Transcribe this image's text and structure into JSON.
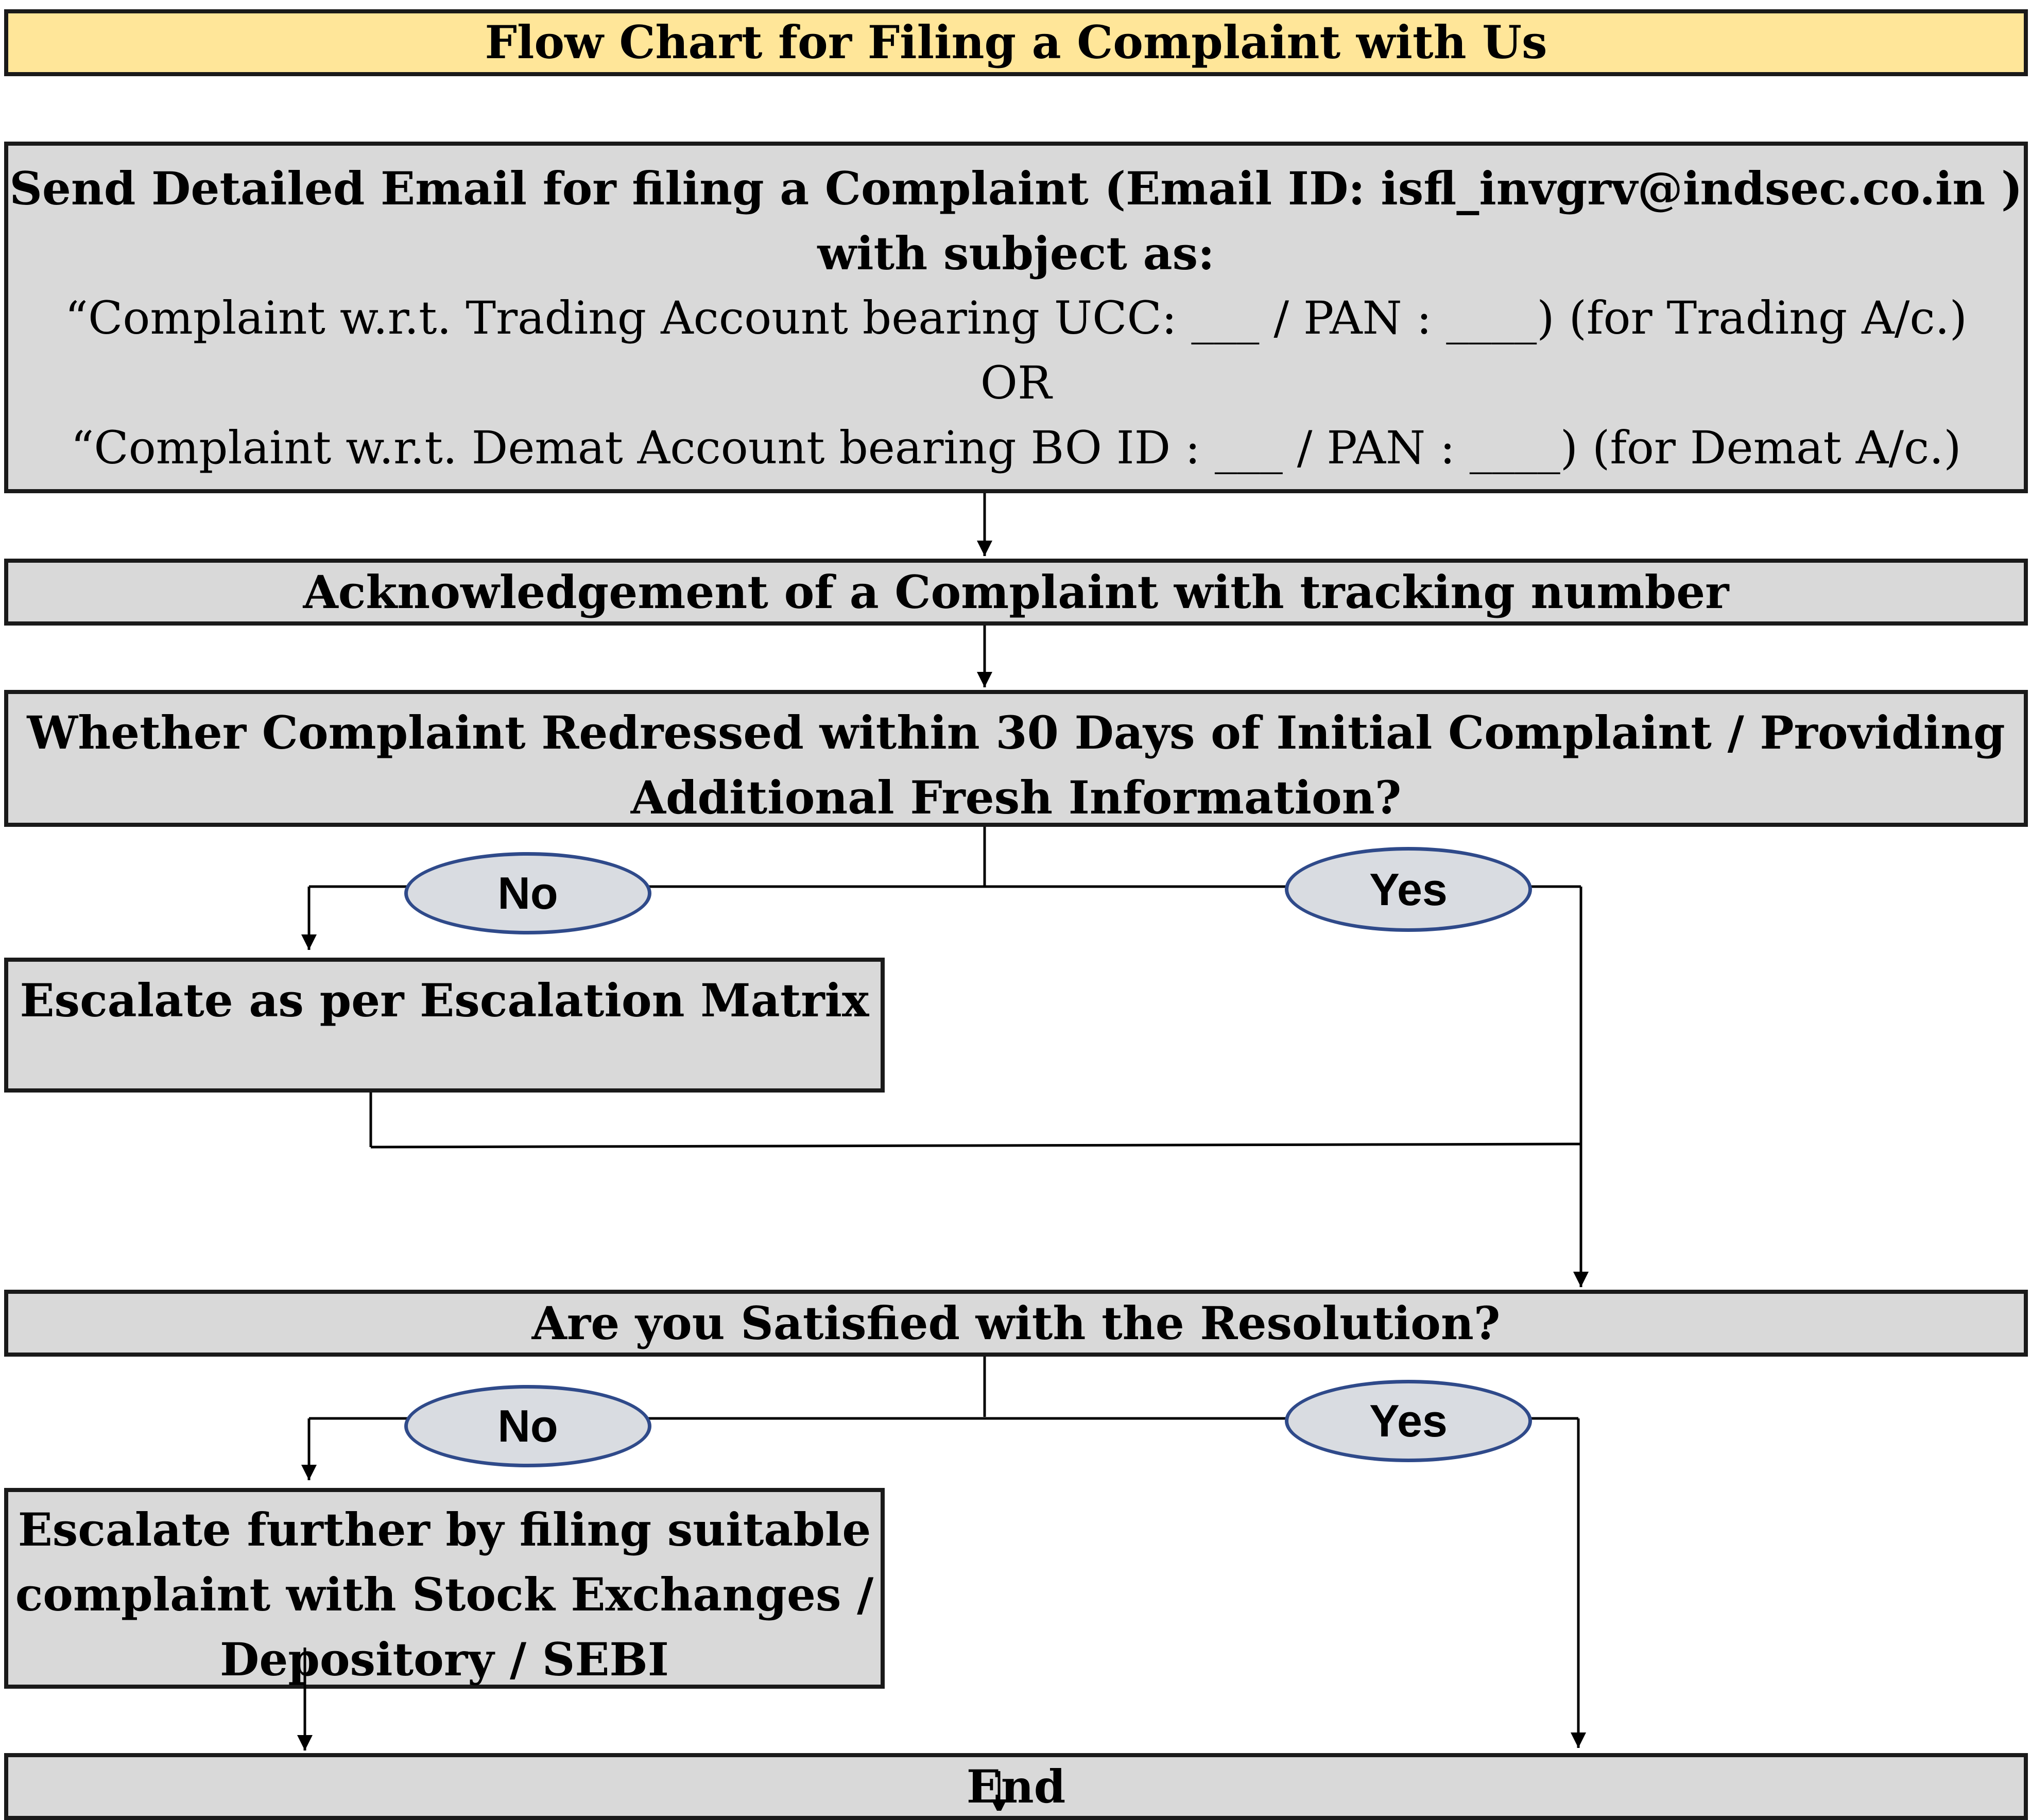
{
  "title": "Flow Chart for Filing a Complaint with Us",
  "email_step": {
    "heading_line1": "Send Detailed Email for filing a Complaint (Email ID: isfl_invgrv@indsec.co.in )",
    "heading_line2": "with subject as:",
    "trading_line": "“Complaint w.r.t. Trading Account bearing UCC: ___ / PAN : ____)  (for Trading A/c.)",
    "or_text": "OR",
    "demat_line": "“Complaint w.r.t. Demat Account bearing BO ID : ___ / PAN : ____) (for Demat A/c.)"
  },
  "acknowledgement": "Acknowledgement of a Complaint with tracking number",
  "redressal_question": {
    "line1": "Whether Complaint Redressed within 30 Days of Initial Complaint / Providing",
    "line2": "Additional Fresh Information?"
  },
  "decision1": {
    "no_label": "No",
    "yes_label": "Yes"
  },
  "escalate_matrix": "Escalate as per Escalation Matrix",
  "satisfaction_question": "Are you Satisfied with the Resolution?",
  "decision2": {
    "no_label": "No",
    "yes_label": "Yes"
  },
  "escalate_further": {
    "line1": "Escalate further by filing suitable",
    "line2": "complaint with Stock Exchanges /",
    "line3": "Depository / SEBI"
  },
  "end": "End",
  "colors": {
    "title_fill": "#ffe699",
    "box_fill": "#d9d9d9",
    "oval_border": "#2f4a8a",
    "border": "#1a1a1a"
  }
}
